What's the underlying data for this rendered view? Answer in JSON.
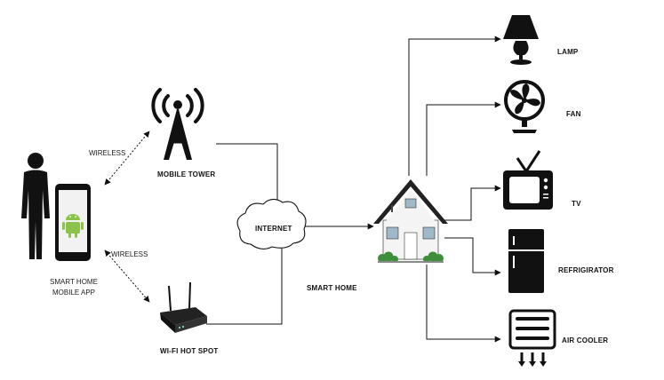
{
  "labels": {
    "wireless_top": "WIRELESS",
    "wireless_bottom": "WIRELESS",
    "mobile_tower": "MOBILE TOWER",
    "wifi_hotspot": "WI-FI HOT SPOT",
    "internet": "INTERNET",
    "smart_home": "SMART HOME",
    "app_line1": "SMART HOME",
    "app_line2": "MOBILE APP",
    "lamp": "LAMP",
    "fan": "FAN",
    "tv": "TV",
    "refrigerator": "REFRIGIRATOR",
    "air_cooler": "AIR COOLER"
  },
  "icons": [
    "person-icon",
    "smartphone-icon",
    "android-icon",
    "tower-icon",
    "router-icon",
    "cloud-icon",
    "house-icon",
    "lamp-icon",
    "fan-icon",
    "tv-icon",
    "refrigerator-icon",
    "air-cooler-icon"
  ],
  "colors": {
    "ink": "#111111",
    "android": "#8bc34a",
    "bush": "#3f8f3a",
    "screen": "#f2f2f2"
  }
}
